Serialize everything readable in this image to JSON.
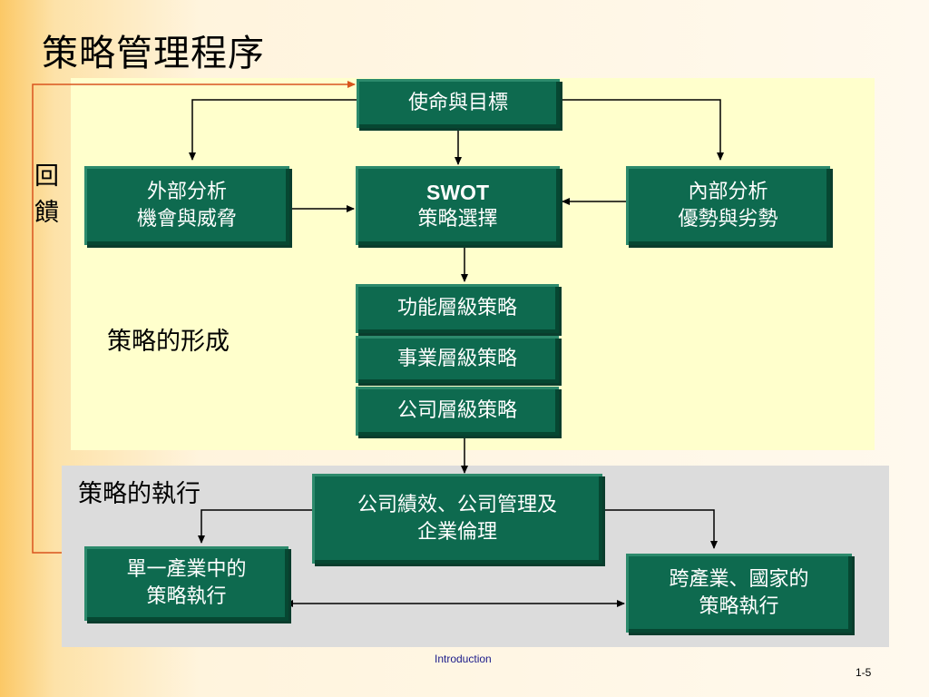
{
  "title": "策略管理程序",
  "feedback_label": [
    "回",
    "饋"
  ],
  "formation_label": "策略的形成",
  "execution_label": "策略的執行",
  "boxes": {
    "mission": "使命與目標",
    "external_1": "外部分析",
    "external_2": "機會與威脅",
    "swot_1": "SWOT",
    "swot_2": "策略選擇",
    "internal_1": "內部分析",
    "internal_2": "優勢與劣勢",
    "functional": "功能層級策略",
    "business": "事業層級策略",
    "corporate": "公司層級策略",
    "governance_1": "公司績效、公司管理及",
    "governance_2": "企業倫理",
    "single_1": "單一產業中的",
    "single_2": "策略執行",
    "cross_1": "跨產業、國家的",
    "cross_2": "策略執行"
  },
  "footer": {
    "center": "Introduction",
    "page": "1-5"
  },
  "colors": {
    "box": "#0e6a4f",
    "formation_panel": "#ffffcc",
    "execution_panel": "#dcdcdc",
    "feedback_line": "#d9541e"
  }
}
